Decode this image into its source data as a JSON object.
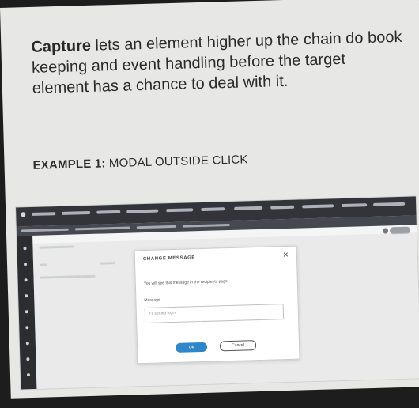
{
  "slide": {
    "text_bold": "Capture",
    "text_rest": " lets an element higher up the chain do book keeping and event handling before the target element has a chance to deal with it.",
    "example_bold": "EXAMPLE 1:",
    "example_rest": " MODAL OUTSIDE CLICK"
  },
  "modal": {
    "title": "CHANGE MESSAGE",
    "close": "×",
    "description": "You will see this message in the recipients page",
    "field_label": "Message",
    "field_placeholder": "It's settled login",
    "ok_label": "Ok",
    "cancel_label": "Cancel"
  },
  "colors": {
    "primary_button": "#2f86c9",
    "topbar": "#32343a",
    "sidebar": "#2b2d31"
  }
}
